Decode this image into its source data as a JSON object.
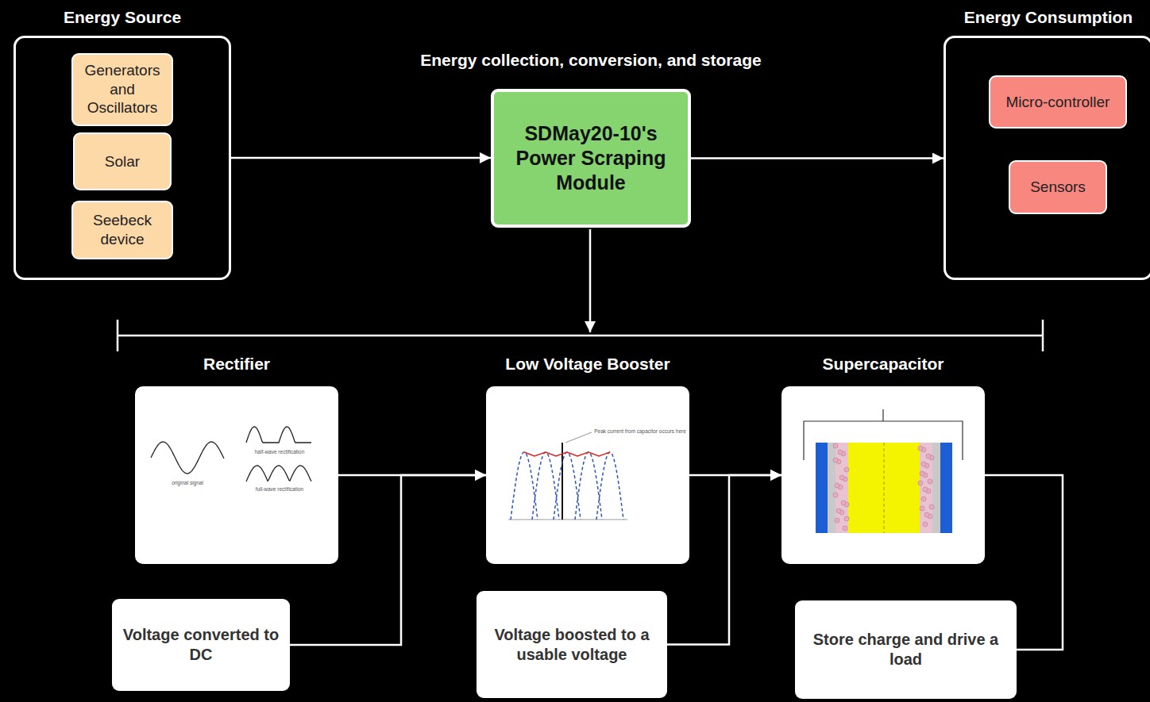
{
  "diagram": {
    "nodes": [
      {
        "text": [
          "Energy Source"
        ]
      },
      {
        "text": [
          "Generators and Oscillators"
        ],
        "in": 0
      },
      {
        "text": [
          "Solar"
        ],
        "in": 0
      },
      {
        "text": [
          "Seebeck device"
        ],
        "in": 0
      },
      {
        "text": [
          "Energy collection, conversion, and storage",
          "SDMay20-10's Power Scraping Module"
        ]
      },
      {
        "text": [
          "Energy Consumption"
        ]
      },
      {
        "text": [
          "Micro-controller"
        ],
        "in": 5
      },
      {
        "text": [
          "Sensors"
        ],
        "in": 5
      },
      {
        "text": [
          "Rectifier"
        ]
      },
      {
        "text": [
          "Low Voltage Booster"
        ]
      },
      {
        "text": [
          "Supercapacitor"
        ]
      },
      {
        "text": [
          "Voltage converted to DC"
        ]
      },
      {
        "text": [
          "Voltage boosted to a usable voltage"
        ]
      },
      {
        "text": [
          "Store charge and drive a load"
        ]
      }
    ],
    "edges": [
      {
        "from": 0,
        "to": 4,
        "arrow": "to"
      },
      {
        "from": 4,
        "to": 5,
        "arrow": "to"
      },
      {
        "from": 8,
        "to": 9,
        "arrow": "to"
      },
      {
        "from": 11,
        "to": 9,
        "arrow": "to"
      },
      {
        "from": 9,
        "to": 10,
        "arrow": "to"
      },
      {
        "from": 12,
        "to": 10,
        "arrow": "to"
      },
      {
        "from": 10,
        "to": 13,
        "arrow": "none"
      }
    ],
    "labels": [
      "original signal",
      "half-wave rectification",
      "full-wave rectification",
      "Peak current from capacitor occurs here"
    ]
  }
}
